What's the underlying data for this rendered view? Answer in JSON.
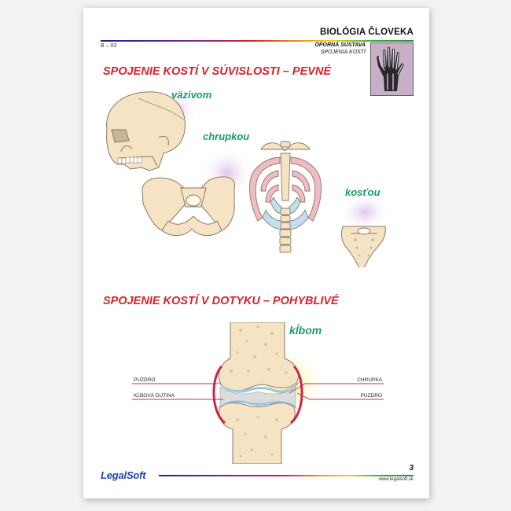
{
  "header": {
    "title": "BIOLÓGIA ČLOVEKA",
    "code": "B – 03",
    "category": "OPORNÁ SÚSTAVA",
    "subcategory": "SPOJENIA KOSTÍ"
  },
  "section_fixed": {
    "title": "SPOJENIE KOSTÍ V SÚVISLOSTI – PEVNÉ",
    "labels": {
      "ligament": "väzivom",
      "cartilage": "chrupkou",
      "bone": "kosťou"
    }
  },
  "section_movable": {
    "title": "SPOJENIE KOSTÍ V DOTYKU – POHYBLIVÉ",
    "joint_label": "kĺbom",
    "callouts": {
      "left_top": "PUZDRO",
      "left_bottom": "KĹBOVÁ DUTINA",
      "right_top": "CHRUPKA",
      "right_bottom": "PUZDRO"
    }
  },
  "footer": {
    "logo": "LegalSoft",
    "page_number": "3",
    "website": "www.legalsoft.sk"
  },
  "colors": {
    "title_red": "#d8232a",
    "label_green": "#199c6a",
    "bone": "#f5e3c3",
    "bone_outline": "#8a7a66",
    "cartilage_blue": "#a9d4ee",
    "capsule_red": "#c8284a",
    "glow_purple": "#e2c4ea",
    "glow_yellow": "#fff59a",
    "logo_blue": "#1a44b0"
  }
}
